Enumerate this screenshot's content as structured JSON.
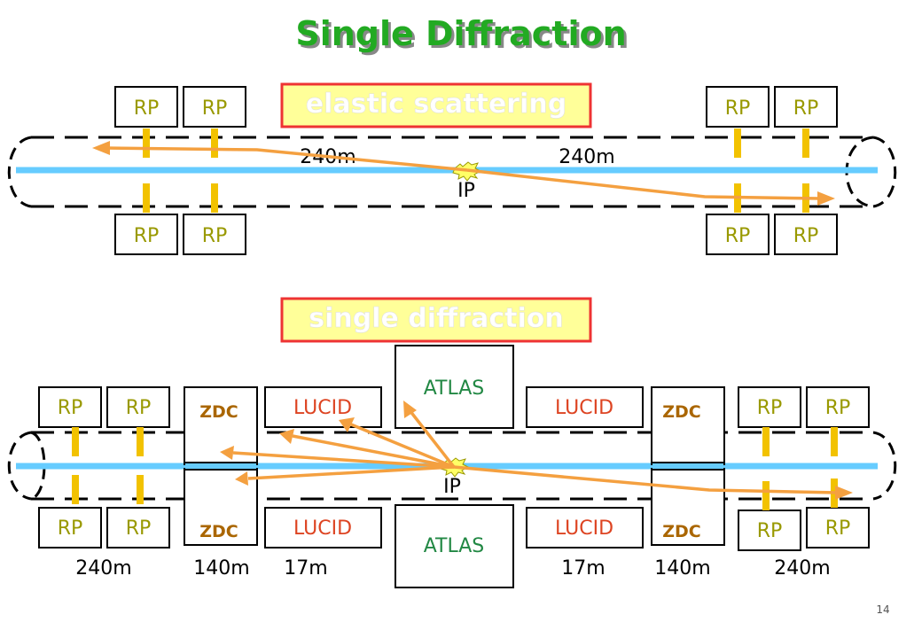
{
  "title": "Single Diffraction",
  "page_number": "14",
  "top": {
    "label": "elastic scattering",
    "rp": [
      "RP",
      "RP",
      "RP",
      "RP",
      "RP",
      "RP",
      "RP",
      "RP"
    ],
    "dist_left": "240m",
    "dist_right": "240m",
    "ip": "IP"
  },
  "bottom": {
    "label": "single diffraction",
    "rp": [
      "RP",
      "RP",
      "RP",
      "RP",
      "RP",
      "RP",
      "RP",
      "RP"
    ],
    "zdc": [
      "ZDC",
      "ZDC",
      "ZDC",
      "ZDC"
    ],
    "lucid": [
      "LUCID",
      "LUCID",
      "LUCID",
      "LUCID"
    ],
    "atlas_top": "ATLAS",
    "atlas_bottom": "ATLAS",
    "ip": "IP",
    "distances": [
      "240m",
      "140m",
      "17m",
      "17m",
      "140m",
      "240m"
    ]
  },
  "colors": {
    "title": "#22aa22",
    "title_shadow": "#888888",
    "beam": "#66ccff",
    "track": "#f4a040",
    "rp_bar": "#f2c200",
    "rp_text": "#999900",
    "zdc_text": "#aa6600",
    "lucid_text": "#dd4422",
    "atlas_text": "#228844",
    "label_fill": "#ffff99",
    "label_border": "#ee3333",
    "label_text": "#ffffff",
    "ip_fill": "#ffff66"
  }
}
